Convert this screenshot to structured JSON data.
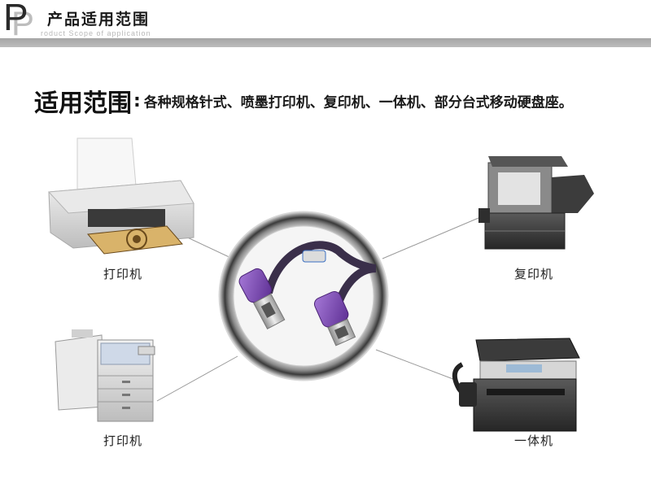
{
  "header": {
    "logo_letter": "P",
    "title": "产品适用范围",
    "subtitle": "roduct Scope of application"
  },
  "scope": {
    "title": "适用范围",
    "colon": ":",
    "text": "各种规格针式、喷墨打印机、复印机、一体机、部分台式移动硬盘座。"
  },
  "devices": {
    "top_left_label": "打印机",
    "top_right_label": "复印机",
    "bottom_left_label": "打印机",
    "bottom_right_label": "一体机"
  },
  "center": {
    "cable_color": "#7b4fb0",
    "connector_metal": "#c9c9c9"
  }
}
